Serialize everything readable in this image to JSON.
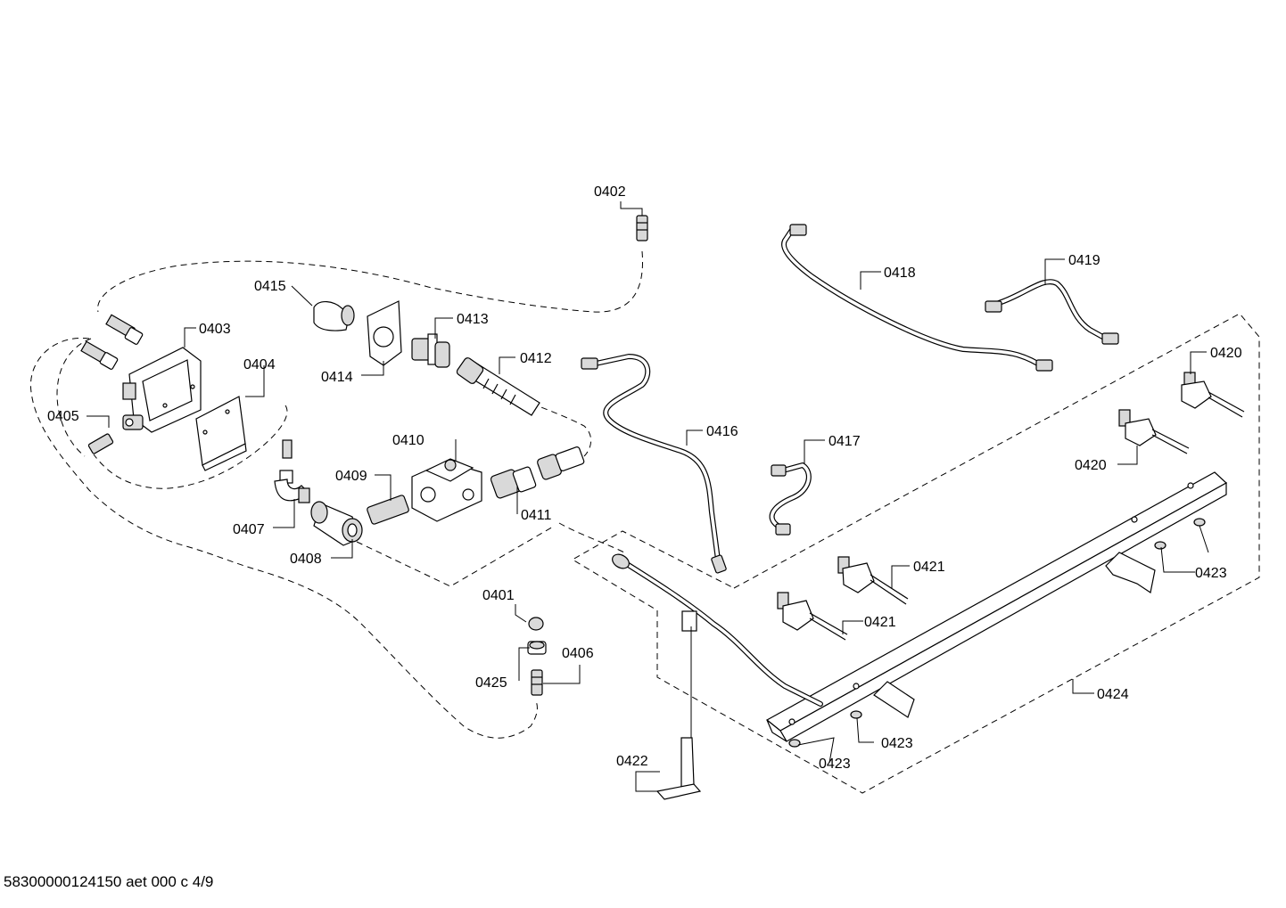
{
  "diagram": {
    "callouts": {
      "c0401": "0401",
      "c0402": "0402",
      "c0403": "0403",
      "c0404": "0404",
      "c0405": "0405",
      "c0406": "0406",
      "c0407": "0407",
      "c0408": "0408",
      "c0409": "0409",
      "c0410": "0410",
      "c0411": "0411",
      "c0412": "0412",
      "c0413": "0413",
      "c0414": "0414",
      "c0415": "0415",
      "c0416": "0416",
      "c0417": "0417",
      "c0418": "0418",
      "c0419": "0419",
      "c0420": "0420",
      "c0421": "0421",
      "c0422": "0422",
      "c0423": "0423",
      "c0424": "0424",
      "c0425": "0425"
    },
    "footer": "58300000124150 aet 000 c 4/9"
  }
}
